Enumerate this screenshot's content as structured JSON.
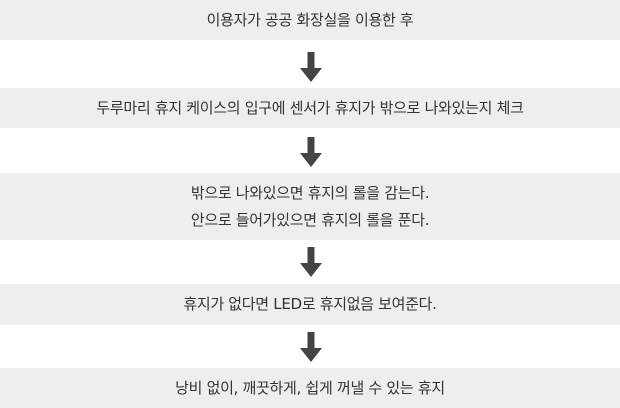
{
  "steps": [
    {
      "lines": [
        "이용자가 공공 화장실을 이용한 후"
      ]
    },
    {
      "lines": [
        "두루마리 휴지 케이스의 입구에 센서가 휴지가 밖으로 나와있는지 체크"
      ]
    },
    {
      "lines": [
        "밖으로 나와있으면 휴지의 롤을 감는다.",
        "안으로 들어가있으면 휴지의 롤을 푼다."
      ]
    },
    {
      "lines": [
        "휴지가 없다면 LED로 휴지없음 보여준다."
      ]
    },
    {
      "lines": [
        "낭비 없이, 깨끗하게, 쉽게 꺼낼 수 있는 휴지"
      ]
    }
  ],
  "colors": {
    "box_fill": "#eeeeee",
    "arrow": "#444444",
    "text": "#333333"
  },
  "icons": {
    "arrow": "arrow-down-icon"
  }
}
